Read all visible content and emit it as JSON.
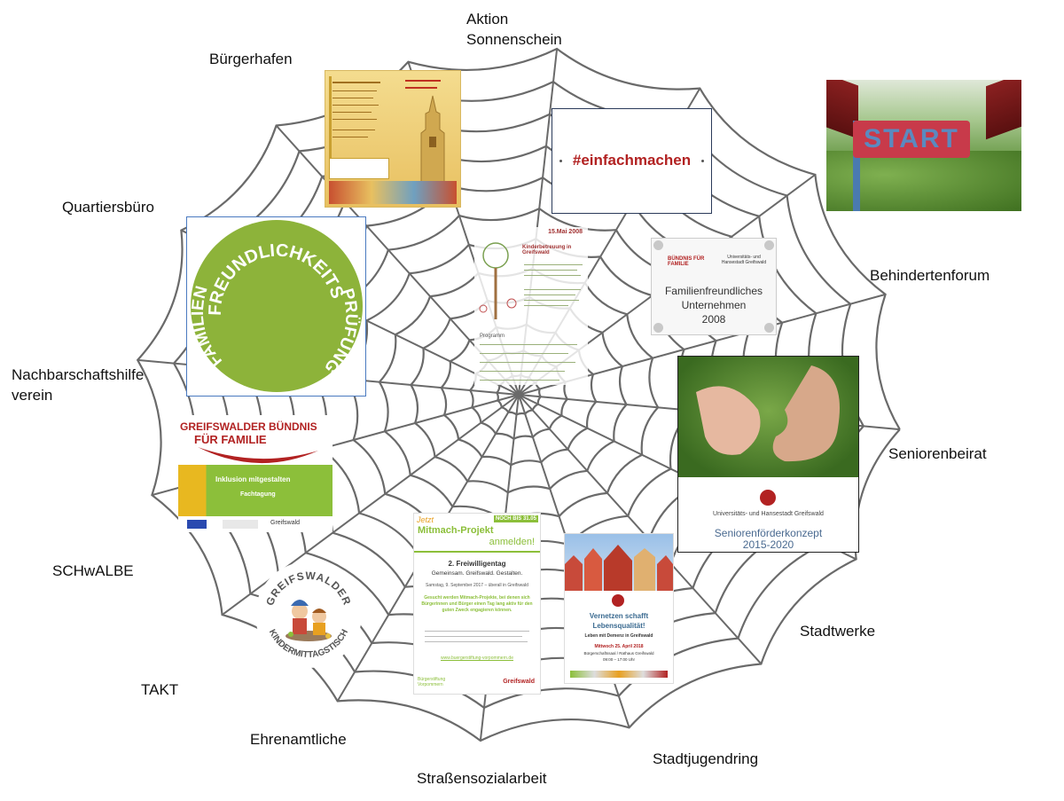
{
  "labels": {
    "aktion_line1": "Aktion",
    "aktion_line2": "Sonnenschein",
    "buergerhafen": "Bürgerhafen",
    "quartiersbuero": "Quartiersbüro",
    "nachbarschaft_line1": "Nachbarschaftshilfe",
    "nachbarschaft_line2": "verein",
    "schwalbe": "SCHwALBE",
    "takt": "TAKT",
    "ehrenamtliche": "Ehrenamtliche",
    "strassensozialarbeit": "Straßensozialarbeit",
    "stadtjugendring": "Stadtjugendring",
    "stadtwerke": "Stadtwerke",
    "seniorenbeirat": "Seniorenbeirat",
    "behindertenforum": "Behindertenforum"
  },
  "cards": {
    "einfach": {
      "text": "#einfachmachen"
    },
    "start_sign": {
      "text": "START"
    },
    "seal": {
      "top": "FREUNDLICHKEITS",
      "left": "FAMILIEN",
      "right": "PRÜFUNG"
    },
    "familienfreundlich": {
      "logo_left": "BÜNDNIS FÜR FAMILIE",
      "logo_right": "Universitäts- und Hansestadt Greifswald",
      "line1": "Familienfreundliches",
      "line2": "Unternehmen",
      "year": "2008"
    },
    "kinderbetreuung": {
      "date": "15.Mai 2008",
      "title": "Kinderbetreuung in Greifswald",
      "section": "Programm"
    },
    "buendnis": {
      "line1": "GREIFSWALDER BÜNDNIS",
      "line2": "FÜR FAMILIE",
      "sub1": "Inklusion mitgestalten",
      "sub2": "Fachtagung",
      "footer": "Greifswald"
    },
    "senioren": {
      "city": "Universitäts- und Hansestadt Greifswald",
      "title": "Seniorenförderkonzept",
      "years": "2015-2020"
    },
    "mitmach": {
      "jetzt": "Jetzt",
      "badge": "NOCH BIS 31.05",
      "title1": "Mitmach-Projekt",
      "title2": "anmelden!",
      "headline": "2. Freiwilligentag",
      "tag1": "Gemeinsam. Greifswald. Gestalten.",
      "date": "Samstag, 9. September 2017 – überall in Greifswald",
      "green": "Gesucht werden Mitmach-Projekte, bei denen sich Bürgerinnen und Bürger einen Tag lang aktiv für den guten Zweck engagieren können.",
      "link": "www.buergerstiftung-vorpommern.de",
      "footer_left": "Bürgerstiftung Vorpommern",
      "footer_right": "Greifswald"
    },
    "demenz": {
      "title1": "Vernetzen schafft",
      "title2": "Lebensqualität!",
      "sub": "Leben mit Demenz in Greifswald",
      "date": "Mittwoch 25. April 2018",
      "place": "Bürgerschaftssaal / Rathaus Greifswald",
      "time": "09:00 – 17:00 Uhr"
    },
    "kindermittag": {
      "top": "GREIFSWALDER",
      "bottom": "KINDERMITTAGSTISCH"
    }
  },
  "colors": {
    "seal_green": "#8db33a",
    "web_line": "#6a6a6a",
    "logo_red": "#b22222"
  }
}
